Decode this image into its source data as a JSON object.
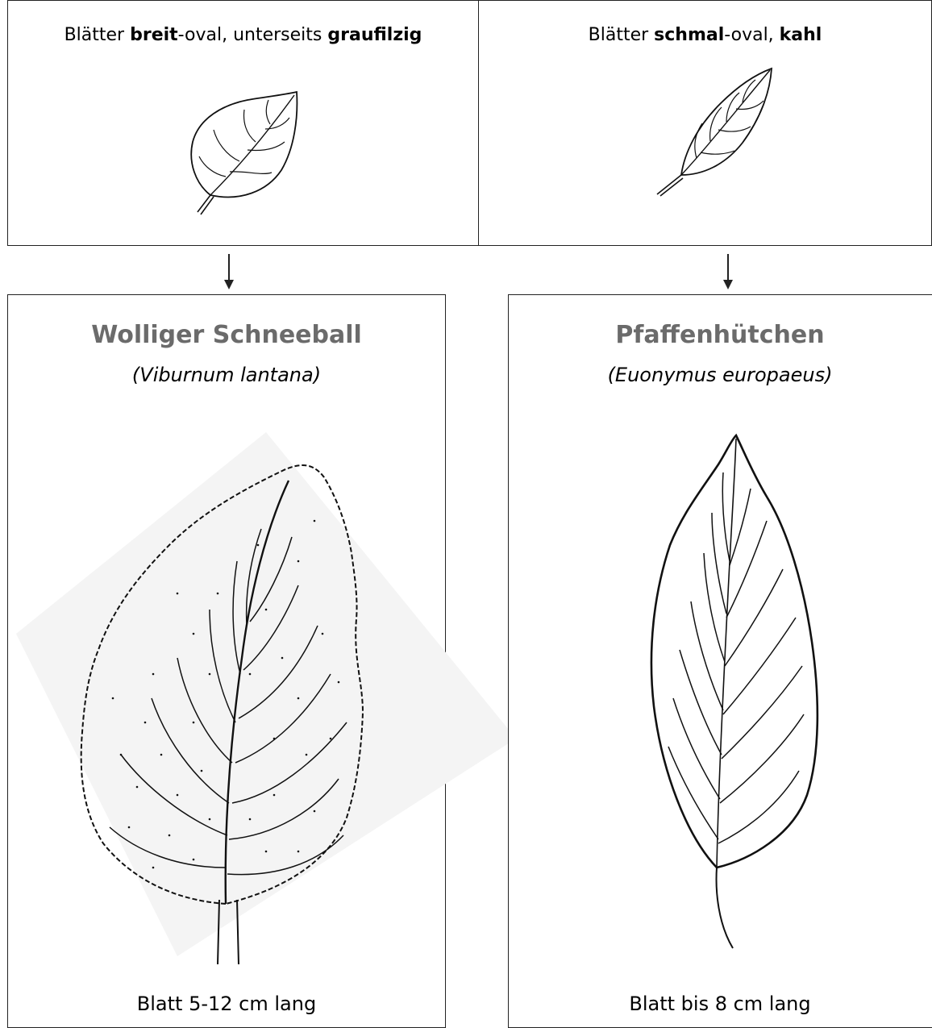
{
  "key": {
    "left": {
      "prefix": "Blätter ",
      "bold1": "breit",
      "middle": "-oval, unterseits ",
      "bold2": "graufilzig"
    },
    "right": {
      "prefix": "Blätter ",
      "bold1": "schmal",
      "middle": "-oval, ",
      "bold2": "kahl"
    }
  },
  "species": [
    {
      "name": "Wolliger Schneeball",
      "latin": "(Viburnum lantana)",
      "caption": "Blatt 5-12 cm lang"
    },
    {
      "name": "Pfaffenhütchen",
      "latin": "(Euonymus europaeus)",
      "caption": "Blatt bis 8 cm lang"
    }
  ]
}
